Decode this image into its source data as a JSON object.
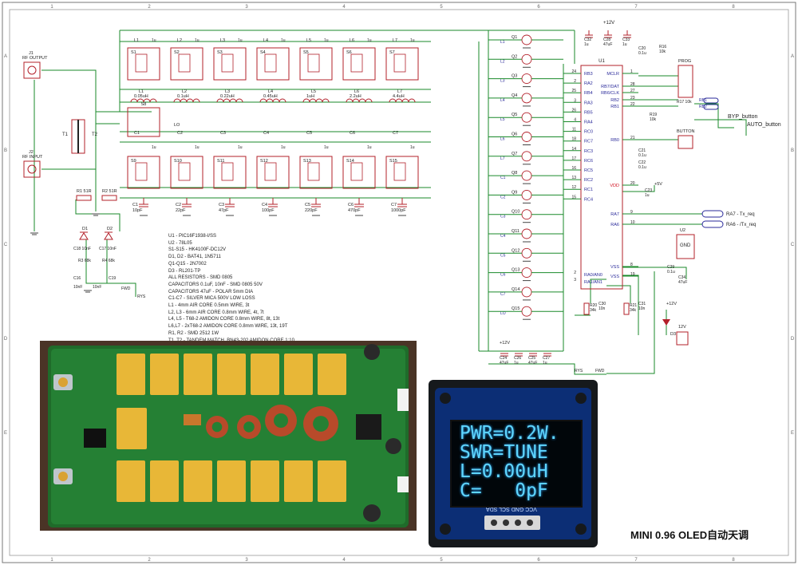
{
  "schematic": {
    "colors": {
      "wire": "#1a8a2a",
      "part": "#b3202a",
      "label": "#2a2a9a",
      "ground": "#444444",
      "border": "#777777"
    },
    "grid_cols": [
      "1",
      "2",
      "3",
      "4",
      "5",
      "6",
      "7",
      "8"
    ],
    "grid_rows": [
      "A",
      "B",
      "C",
      "D",
      "E"
    ],
    "rf_output": "RF OUTPUT",
    "rf_input": "RF INPUT",
    "j1": "J1",
    "j2": "J2",
    "t1": "T1",
    "t2": "T2",
    "relay_top": [
      "S1",
      "S2",
      "S3",
      "S4",
      "S5",
      "S6",
      "S7"
    ],
    "coils": [
      {
        "ref": "L1",
        "val": "0.05uH"
      },
      {
        "ref": "L2",
        "val": "0.1uH"
      },
      {
        "ref": "L3",
        "val": "0.22uH"
      },
      {
        "ref": "L4",
        "val": "0.45uH"
      },
      {
        "ref": "L5",
        "val": "1uH"
      },
      {
        "ref": "L6",
        "val": "2.2uH"
      },
      {
        "ref": "L7",
        "val": "4.4uH"
      }
    ],
    "relay_bottom": [
      "S9",
      "S10",
      "S11",
      "S12",
      "S13",
      "S14",
      "S15"
    ],
    "caps_bottom": [
      {
        "ref": "C1",
        "val": "10pF"
      },
      {
        "ref": "C2",
        "val": "22pF"
      },
      {
        "ref": "C3",
        "val": "47pF"
      },
      {
        "ref": "C4",
        "val": "100pF"
      },
      {
        "ref": "C5",
        "val": "220pF"
      },
      {
        "ref": "C6",
        "val": "470pF"
      },
      {
        "ref": "C7",
        "val": "1000pF"
      }
    ],
    "s8": "S8",
    "s8_label": "LO",
    "uf_label": "1u",
    "transistors": [
      "Q1",
      "Q2",
      "Q3",
      "Q4",
      "Q5",
      "Q6",
      "Q7",
      "Q8",
      "Q9",
      "Q10",
      "Q11",
      "Q12",
      "Q13",
      "Q14",
      "Q15"
    ],
    "line_labels": [
      "L1",
      "L2",
      "L3",
      "L4",
      "L5",
      "L6",
      "L7",
      "C1",
      "C2",
      "C3",
      "C4",
      "C5",
      "C6",
      "C7",
      "LO"
    ],
    "mcu_ref": "U1",
    "mcu_pins_left": [
      {
        "num": "24",
        "name": "RB3"
      },
      {
        "num": "2",
        "name": "RA2"
      },
      {
        "num": "25",
        "name": "RB4"
      },
      {
        "num": "3",
        "name": "RA3"
      },
      {
        "num": "26",
        "name": "RB5"
      },
      {
        "num": "4",
        "name": "RA4"
      },
      {
        "num": "11",
        "name": "RC0"
      },
      {
        "num": "18",
        "name": "RC7"
      },
      {
        "num": "14",
        "name": "RC3"
      },
      {
        "num": "17",
        "name": "RC6"
      },
      {
        "num": "16",
        "name": "RC5"
      },
      {
        "num": "13",
        "name": "RC2"
      },
      {
        "num": "12",
        "name": "RC1"
      },
      {
        "num": "15",
        "name": "RC4"
      }
    ],
    "mcu_pins_right": [
      {
        "num": "1",
        "name": "MCLR"
      },
      {
        "num": "28",
        "name": "RB7/DAT"
      },
      {
        "num": "27",
        "name": "RB6/CLK"
      },
      {
        "num": "23",
        "name": "RB2"
      },
      {
        "num": "22",
        "name": "RB1"
      },
      {
        "num": "21",
        "name": "RB0"
      },
      {
        "num": "20",
        "name": "VDD"
      },
      {
        "num": "9",
        "name": "RA7"
      },
      {
        "num": "10",
        "name": "RA6"
      },
      {
        "num": "8",
        "name": "VSS"
      },
      {
        "num": "19",
        "name": "VSS"
      }
    ],
    "mcu_pins_bottom": [
      {
        "num": "2",
        "name": "RA0/AN0"
      },
      {
        "num": "3",
        "name": "RA1/AN1"
      }
    ],
    "supply": "+12V",
    "supply_5v": "+5V",
    "prog": "PROG",
    "button": "BUTTON",
    "byp_button": "BYP_button",
    "auto_button": "AUTO_button",
    "ra7_note": "RA7 - Tx_req",
    "ra6_note": "RA6 - /Tx_req",
    "u2": "U2",
    "gnd": "GND",
    "d3": "D3",
    "v12": "12V",
    "top_caps": [
      {
        "ref": "C32",
        "val": "1u"
      },
      {
        "ref": "C28",
        "val": "47uF"
      },
      {
        "ref": "C33",
        "val": "1u"
      }
    ],
    "bottom_caps": [
      {
        "ref": "C24",
        "val": "47uF"
      },
      {
        "ref": "C26",
        "val": "1u"
      },
      {
        "ref": "C25",
        "val": "47uF"
      },
      {
        "ref": "C27",
        "val": "1u"
      }
    ],
    "res_labels": [
      {
        "ref": "R1",
        "val": "51R"
      },
      {
        "ref": "R2",
        "val": "51R"
      },
      {
        "ref": "R3",
        "val": "68k"
      },
      {
        "ref": "R4",
        "val": "68k"
      },
      {
        "ref": "R20",
        "val": "34k"
      },
      {
        "ref": "R21",
        "val": "34k"
      },
      {
        "ref": "R16",
        "val": "10k"
      },
      {
        "ref": "R17",
        "val": "10k"
      },
      {
        "ref": "R19",
        "val": "10k"
      }
    ],
    "small_caps": [
      {
        "ref": "C18",
        "val": "10nF"
      },
      {
        "ref": "C17",
        "val": "10nF"
      },
      {
        "ref": "C16",
        "val": "10nF"
      },
      {
        "ref": "C19",
        "val": "10nF"
      },
      {
        "ref": "C30",
        "val": "10n"
      },
      {
        "ref": "C31",
        "val": "10n"
      },
      {
        "ref": "C20",
        "val": "0.1u"
      },
      {
        "ref": "C21",
        "val": "0.1u"
      },
      {
        "ref": "C22",
        "val": "0.1u"
      },
      {
        "ref": "C23",
        "val": "1u"
      },
      {
        "ref": "C29",
        "val": "0.1u"
      },
      {
        "ref": "C34",
        "val": "47uF"
      }
    ],
    "diodes": [
      "D1",
      "D2"
    ],
    "net_rys": "RYS",
    "net_fwd": "FWD",
    "notes": [
      "U1 - PIC16F1938-I/SS",
      "U2 - 78L05",
      "S1-S15 - HK4100F-DC12V",
      "D1, D2 - BAT41, 1N5711",
      "Q1-Q15 - 2N7002",
      "D3 - RL201-TP",
      "ALL RESISTORS - SMD 0805",
      "CAPACITORS 0.1uF, 10nF - SMD 0805 50V",
      "CAPACITORS 47uF - POLAR 5mm DIA",
      "C1-C7 - SILVER MICA 500V LOW LOSS",
      "L1 - 4mm AIR CORE 0.5mm WIRE, 3t",
      "L2, L3 - 6mm AIR CORE 0.8mm WIRE, 4t, 7t",
      "L4, L5 - T68-2 AMIDON CORE 0.8mm WIRE, 8t, 13t",
      "L6,L7 - 2xT68-2 AMIDON CORE 0.8mm WIRE, 13t, 19T",
      "R1, R2 - SMD 2512 1W",
      "T1, T2 - TANDEM MATCH, BN43-202 AMIDON CORE 1:10"
    ]
  },
  "oled": {
    "lines": [
      "PWR=0.2W.",
      "SWR=TUNE",
      "L=0.00uH",
      "C=   0pF"
    ],
    "pins": "VCC GND SCL SDA",
    "text_color": "#5fd6ff"
  },
  "caption": "MINI 0.96 OLED自动天调"
}
